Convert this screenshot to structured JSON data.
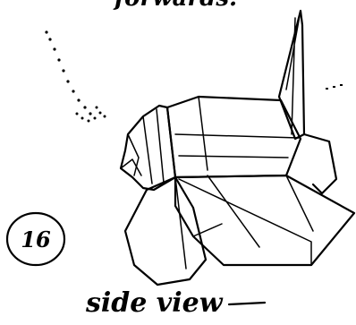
{
  "top_caption": "forwards.",
  "step_number": "16",
  "view_label": "side view",
  "colors": {
    "ink": "#000000",
    "paper": "#ffffff"
  }
}
